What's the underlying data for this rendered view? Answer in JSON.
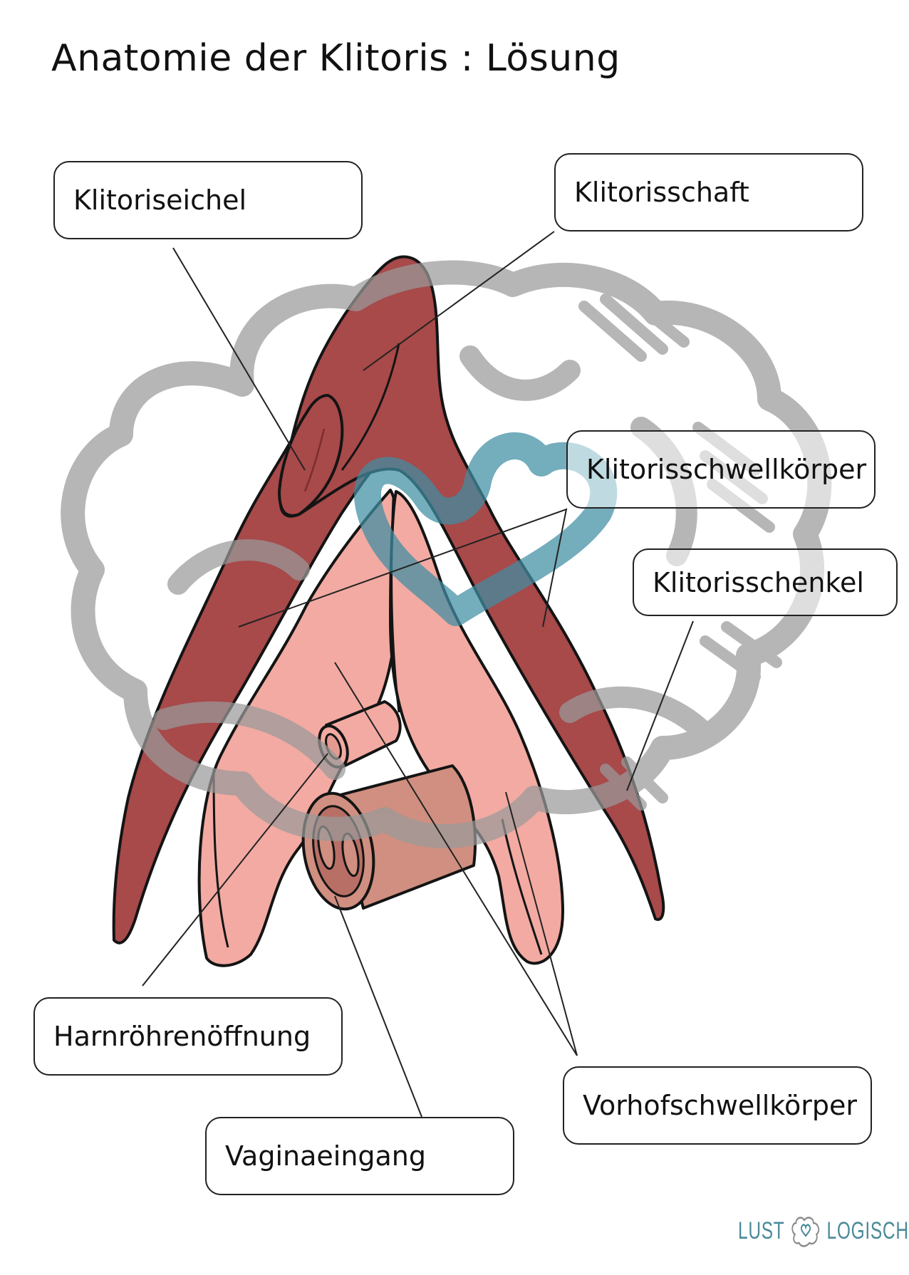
{
  "title": "Anatomie der Klitoris : Lösung",
  "labels": {
    "klitoriseichel": "Klitoriseichel",
    "klitorisschaft": "Klitorisschaft",
    "klitorisschwellkoerper": "Klitorisschwellkörper",
    "klitorisschenkel": "Klitorisschenkel",
    "harnroehrenoeffnung": "Harnröhrenöffnung",
    "vaginaeingang": "Vaginaeingang",
    "vorhofschwellkoerper": "Vorhofschwellkörper"
  },
  "logo": {
    "left": "LUST",
    "right": "LOGISCH"
  },
  "colors": {
    "clitoris": "#a8494a",
    "bulb": "#f2aaa2",
    "vagina": "#d08f80",
    "watermark_gray": "#9a9a9a",
    "watermark_teal": "#3f8ea3",
    "logo": "#4a8a99"
  }
}
